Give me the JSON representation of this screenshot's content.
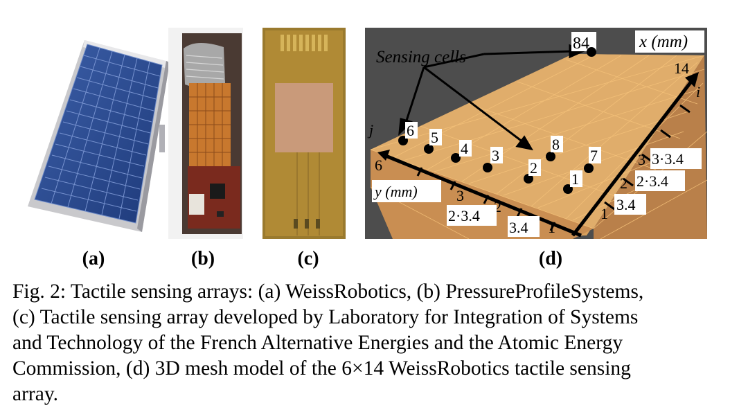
{
  "subfigures": {
    "a": {
      "label": "(a)"
    },
    "b": {
      "label": "(b)"
    },
    "c": {
      "label": "(c)"
    },
    "d": {
      "label": "(d)"
    }
  },
  "mesh": {
    "sensing_cells_label": "Sensing cells",
    "x_axis_label": "x  (mm)",
    "y_axis_label": "y  (mm)",
    "i_label": "i",
    "j_label": "j",
    "corner_84": "84",
    "corner_14": "14",
    "cells": [
      {
        "n": "1"
      },
      {
        "n": "2"
      },
      {
        "n": "3"
      },
      {
        "n": "4"
      },
      {
        "n": "5"
      },
      {
        "n": "6"
      },
      {
        "n": "7"
      },
      {
        "n": "8"
      }
    ],
    "x_ticks": {
      "t1": "1",
      "t2": "2",
      "t3": "3",
      "v1": "3.4",
      "v2": "2·3.4",
      "v3": "3·3.4"
    },
    "y_ticks": {
      "t1": "1",
      "t2": "2",
      "t3": "3",
      "t6": "6",
      "v1": "3.4",
      "v2": "2·3.4"
    }
  },
  "caption": {
    "line1": "Fig. 2: Tactile sensing arrays: (a) WeissRobotics, (b) PressureProfileSystems,",
    "line2": "(c) Tactile sensing array developed by Laboratory for Integration of Systems",
    "line3": "and Technology of the French Alternative Energies and the Atomic Energy",
    "line4": "Commission, (d) 3D mesh model of the 6×14 WeissRobotics tactile sensing",
    "line5": "array."
  }
}
